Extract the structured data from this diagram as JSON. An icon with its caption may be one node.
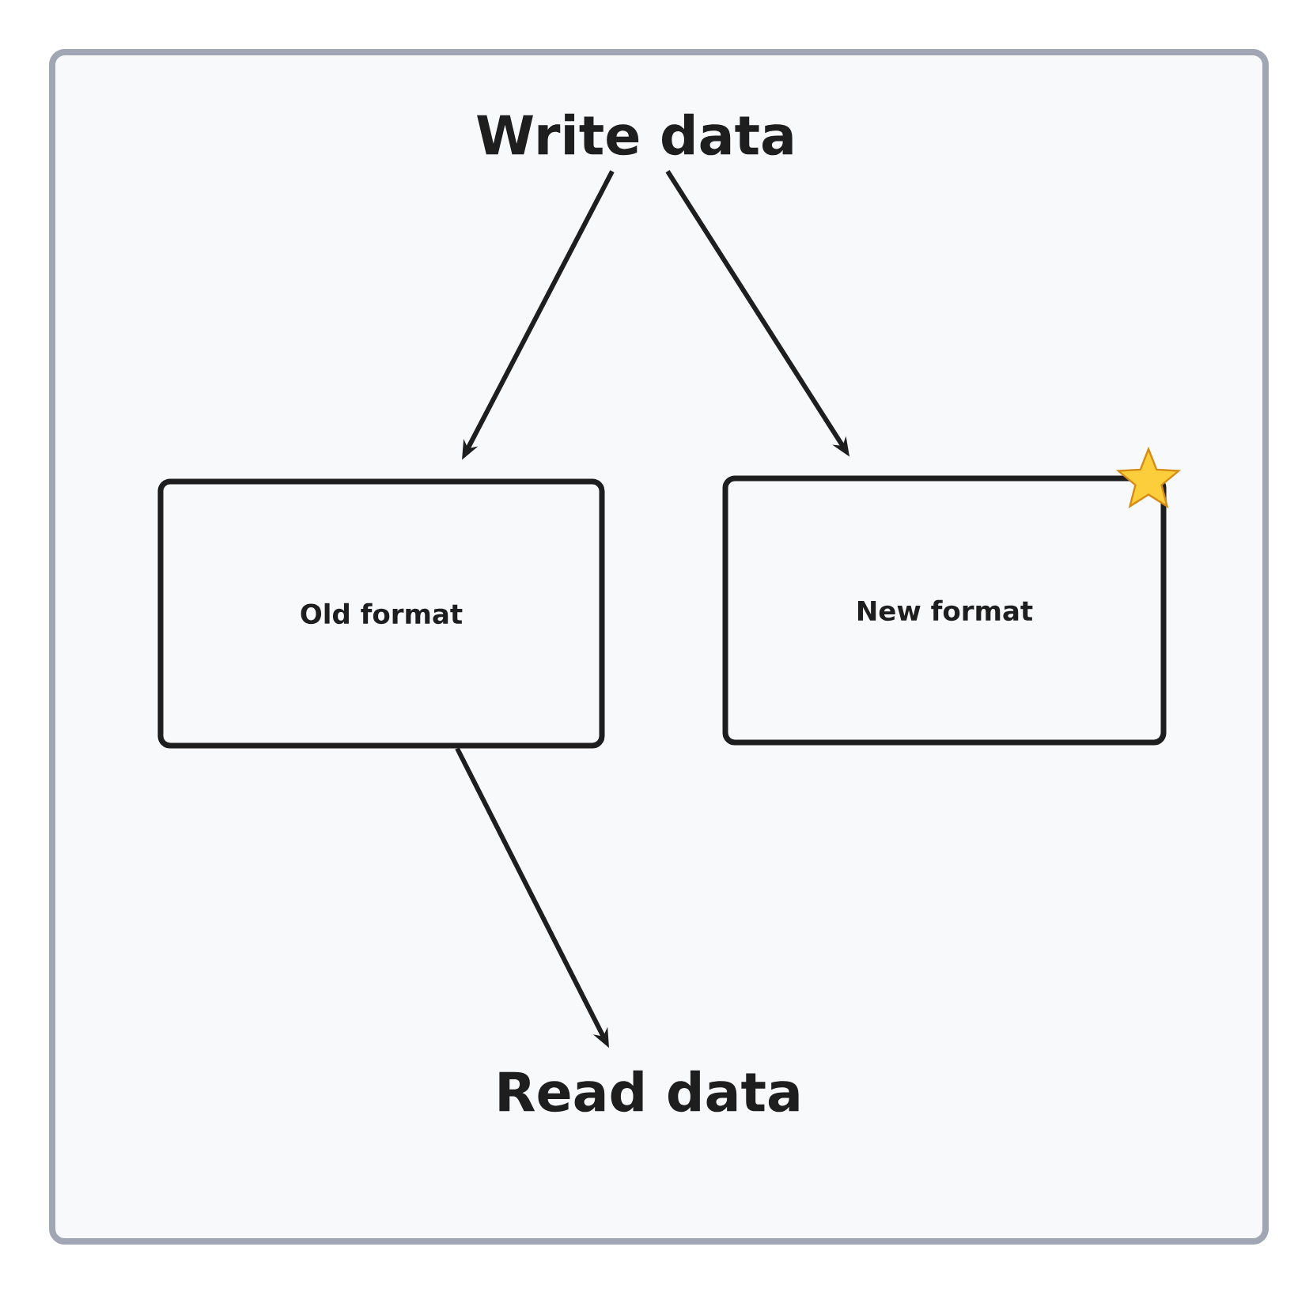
{
  "diagram": {
    "nodes": [
      {
        "text": [
          "Write data"
        ]
      },
      {
        "text": [
          "Old format"
        ]
      },
      {
        "text": [
          "New format"
        ]
      },
      {
        "text": [
          "Read data"
        ]
      }
    ],
    "edges": [
      {
        "from": 0,
        "to": 1,
        "arrow": "to"
      },
      {
        "from": 0,
        "to": 2,
        "arrow": "to"
      },
      {
        "from": 1,
        "to": 3,
        "arrow": "to"
      }
    ]
  }
}
